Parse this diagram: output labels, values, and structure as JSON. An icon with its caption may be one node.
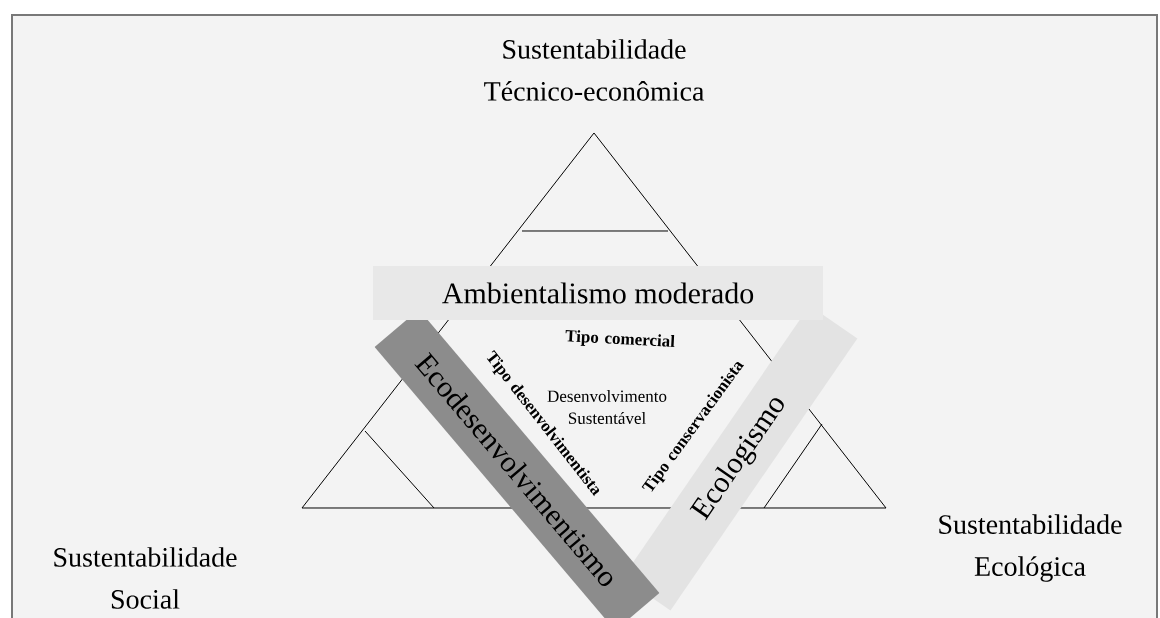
{
  "diagram": {
    "nodes": [
      {
        "text": [
          "Ecologismo"
        ]
      },
      {
        "text": [
          "Ecodesenvolvimentismo"
        ]
      },
      {
        "text": [
          "Ambientalismo moderado"
        ]
      }
    ],
    "labels": [
      "Sustentabilidade Técnico-econômica",
      "Tipo comercial",
      "Tipo desenvolvimentista",
      "Desenvolvimento Sustentável",
      "Tipo conservacionista",
      "Sustentabilidade Ecológica",
      "Sustentabilidade Social"
    ]
  }
}
